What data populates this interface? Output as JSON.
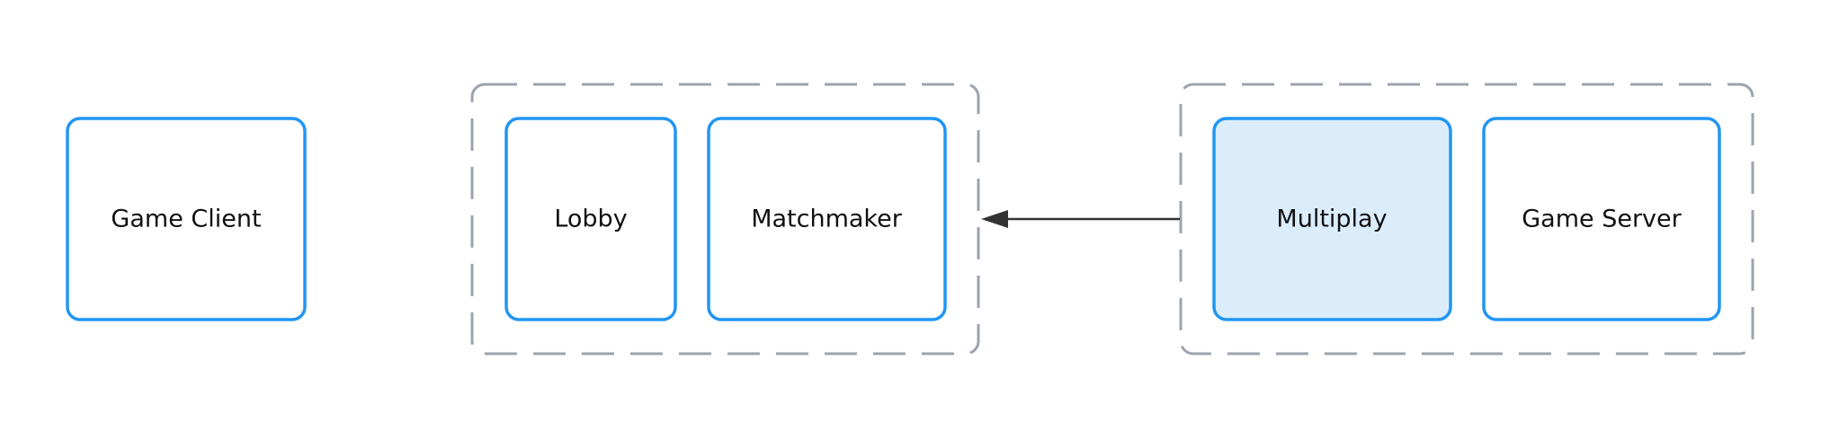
{
  "diagram": {
    "type": "architecture-flow",
    "colors": {
      "node_border": "#2196f3",
      "node_fill": "#ffffff",
      "highlight_fill": "#dbecfb",
      "group_border": "#9ca3af",
      "arrow": "#333333",
      "text": "#111111"
    },
    "nodes": [
      {
        "id": "game-client",
        "label": "Game Client",
        "highlighted": false
      },
      {
        "id": "lobby",
        "label": "Lobby",
        "highlighted": false,
        "group": "services"
      },
      {
        "id": "matchmaker",
        "label": "Matchmaker",
        "highlighted": false,
        "group": "services"
      },
      {
        "id": "multiplay",
        "label": "Multiplay",
        "highlighted": true,
        "group": "hosting"
      },
      {
        "id": "game-server",
        "label": "Game Server",
        "highlighted": false,
        "group": "hosting"
      }
    ],
    "groups": [
      {
        "id": "services",
        "style": "dashed",
        "members": [
          "lobby",
          "matchmaker"
        ]
      },
      {
        "id": "hosting",
        "style": "dashed",
        "members": [
          "multiplay",
          "game-server"
        ]
      }
    ],
    "edges": [
      {
        "from": "hosting",
        "to": "services",
        "style": "solid",
        "arrow": "end"
      }
    ]
  }
}
